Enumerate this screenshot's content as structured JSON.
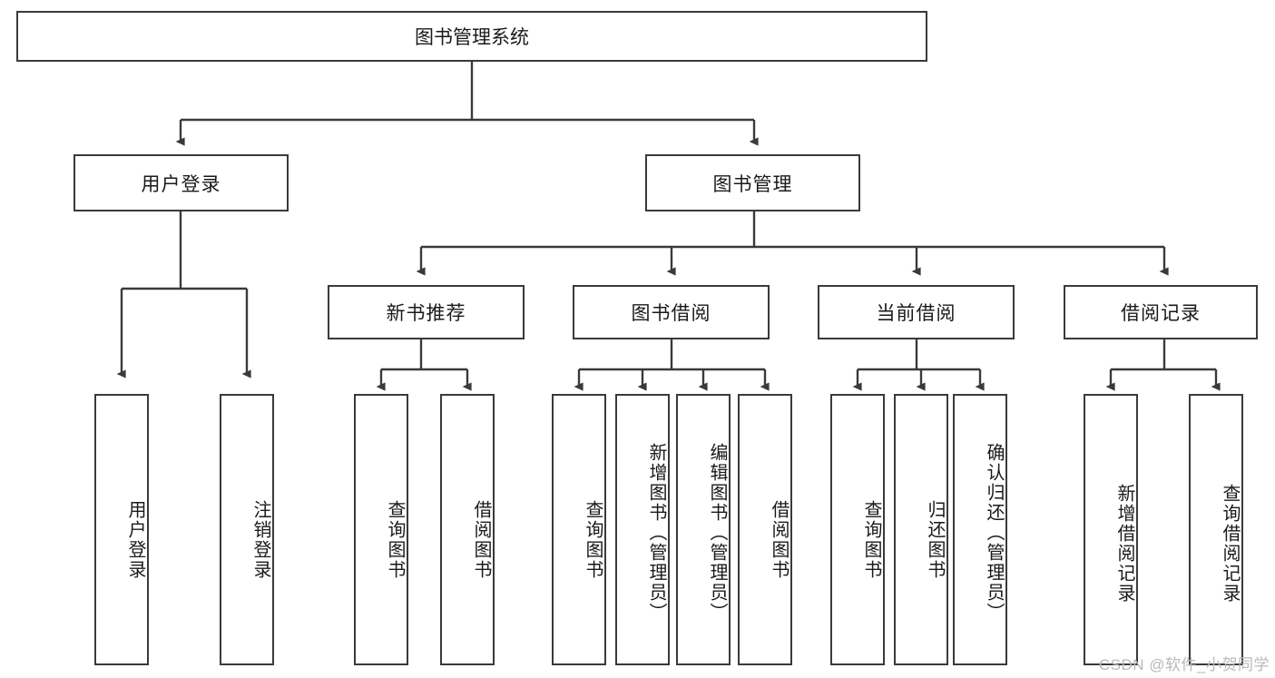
{
  "diagram": {
    "title": "图书管理系统",
    "type": "功能结构图",
    "watermark": "CSDN @软件_小贺同学",
    "colors": {
      "border": "#3a3a3a",
      "background": "#ffffff",
      "text": "#1a1a1a",
      "watermark": "#b9b9b9"
    },
    "root": {
      "id": "root",
      "label": "图书管理系统"
    },
    "level2": [
      {
        "id": "user-login",
        "label": "用户登录"
      },
      {
        "id": "book-manage",
        "label": "图书管理"
      }
    ],
    "level3": [
      {
        "id": "new-book-rec",
        "label": "新书推荐",
        "parent": "book-manage"
      },
      {
        "id": "book-borrow",
        "label": "图书借阅",
        "parent": "book-manage"
      },
      {
        "id": "current-borrow",
        "label": "当前借阅",
        "parent": "book-manage"
      },
      {
        "id": "borrow-record",
        "label": "借阅记录",
        "parent": "book-manage"
      }
    ],
    "leaves": [
      {
        "id": "leaf-user-login",
        "label": "用户登录",
        "parent": "user-login"
      },
      {
        "id": "leaf-user-logout",
        "label": "注销登录",
        "parent": "user-login"
      },
      {
        "id": "leaf-nbr-query",
        "label": "查询图书",
        "parent": "new-book-rec"
      },
      {
        "id": "leaf-nbr-borrow",
        "label": "借阅图书",
        "parent": "new-book-rec"
      },
      {
        "id": "leaf-bb-query",
        "label": "查询图书",
        "parent": "book-borrow"
      },
      {
        "id": "leaf-bb-add",
        "label": "新增图书（管理员）",
        "parent": "book-borrow"
      },
      {
        "id": "leaf-bb-edit",
        "label": "编辑图书（管理员）",
        "parent": "book-borrow"
      },
      {
        "id": "leaf-bb-borrow",
        "label": "借阅图书",
        "parent": "book-borrow"
      },
      {
        "id": "leaf-cb-query",
        "label": "查询图书",
        "parent": "current-borrow"
      },
      {
        "id": "leaf-cb-return",
        "label": "归还图书",
        "parent": "current-borrow"
      },
      {
        "id": "leaf-cb-confirm",
        "label": "确认归还（管理员）",
        "parent": "current-borrow"
      },
      {
        "id": "leaf-br-add",
        "label": "新增借阅记录",
        "parent": "borrow-record"
      },
      {
        "id": "leaf-br-query",
        "label": "查询借阅记录",
        "parent": "borrow-record"
      }
    ]
  }
}
